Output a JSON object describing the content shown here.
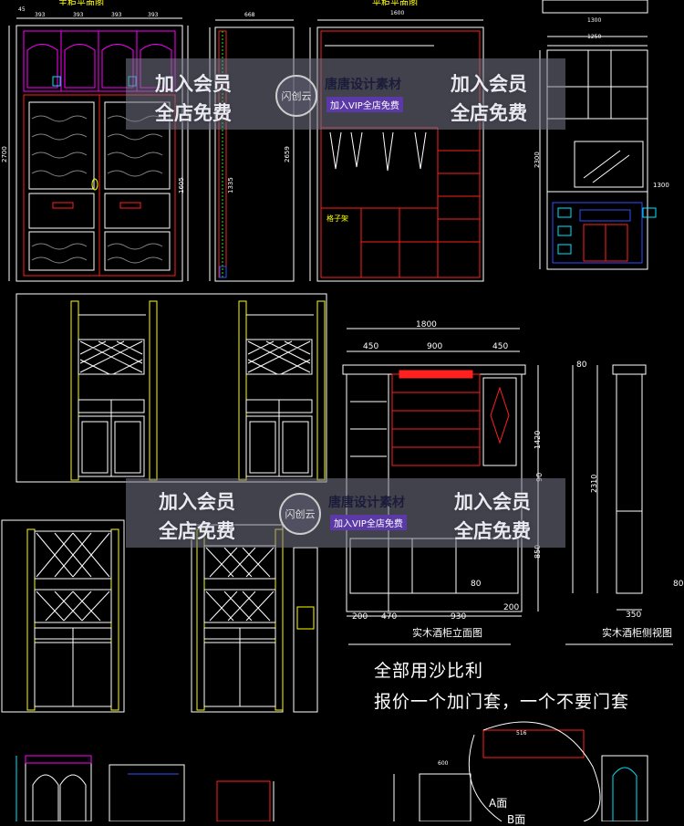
{
  "top_views": {
    "door_cabinet_front_title": "主柜平面图",
    "door_cabinet_back_title": "平柜平面图",
    "dims_left": [
      "393",
      "393",
      "393",
      "393"
    ],
    "dim_45": "45",
    "dim_668": "668",
    "dim_1600": "1600",
    "dim_1300": "1300",
    "dim_1250": "1250",
    "v_2700": "2700",
    "v_1605": "1605",
    "v_1335": "1335",
    "v_2659": "2659",
    "v_2300": "2300",
    "v_1300": "1300",
    "lattice_label": "格子架"
  },
  "wine_cabinet": {
    "dim_total": "1800",
    "dim_left": "450",
    "dim_mid": "900",
    "dim_right": "450",
    "v_1420": "1420",
    "v_2310": "2310",
    "v_850": "850",
    "v_80a": "80",
    "v_80b": "80",
    "b_200a": "200",
    "b_470": "470",
    "b_930": "930",
    "b_200b": "200",
    "b_350": "350",
    "b_80": "80",
    "b_90": "90",
    "front_caption": "实木酒柜立面图",
    "side_caption": "实木酒柜侧视图"
  },
  "notes": {
    "line1": "全部用沙比利",
    "line2": "报价一个加门套，一个不要门套"
  },
  "bottom_labels": {
    "face_a": "A面",
    "face_b": "B面",
    "dim_516": "516",
    "dim_600": "600"
  },
  "watermark": {
    "join_member": "加入会员",
    "shop_free": "全店免费",
    "brand": "唐唐设计素材",
    "vip": "加入VIP全店免费",
    "logo_text": "闪创云"
  },
  "colors": {
    "background": "#000000",
    "lines_white": "#ffffff",
    "lines_red": "#ff2020",
    "lines_yellow": "#ffff00",
    "lines_cyan": "#00e5ff",
    "lines_magenta": "#ff00ff",
    "lines_blue": "#3050ff",
    "lines_green": "#00ff00"
  }
}
